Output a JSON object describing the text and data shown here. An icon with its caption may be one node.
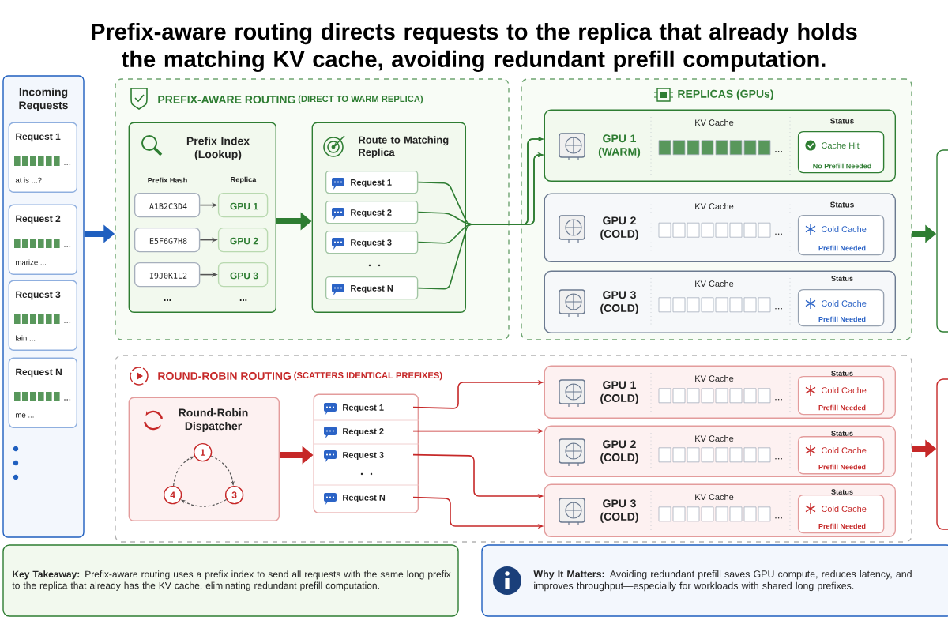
{
  "diagram": {
    "title": "Prefix-aware routing directs requests to the replica that already holds the matching KV cache, avoiding redundant prefill computation.",
    "nodes": [
      {
        "text": [
          "Incoming Requests"
        ]
      },
      {
        "text": [
          "Request 1",
          "at is ...?"
        ],
        "in": 0
      },
      {
        "text": [
          "Request 2",
          "marize ..."
        ],
        "in": 0
      },
      {
        "text": [
          "Request 3",
          "lain ..."
        ],
        "in": 0
      },
      {
        "text": [
          "Request N",
          "me ..."
        ],
        "in": 0
      },
      {
        "text": [
          "PREFIX-AWARE ROUTING",
          "(DIRECT TO WARM REPLICA)"
        ]
      },
      {
        "text": [
          "Prefix Index (Lookup)",
          "Prefix Hash",
          "Replica"
        ],
        "in": 5
      },
      {
        "text": [
          "A1B2C3D4"
        ],
        "in": 6
      },
      {
        "text": [
          "E5F6G7H8"
        ],
        "in": 6
      },
      {
        "text": [
          "I9J0K1L2"
        ],
        "in": 6
      },
      {
        "text": [
          "GPU 1"
        ],
        "in": 6
      },
      {
        "text": [
          "GPU 2"
        ],
        "in": 6
      },
      {
        "text": [
          "GPU 3"
        ],
        "in": 6
      },
      {
        "text": [
          "Route to Matching Replica"
        ],
        "in": 5
      },
      {
        "text": [
          "Request 1"
        ],
        "in": 13
      },
      {
        "text": [
          "Request 2"
        ],
        "in": 13
      },
      {
        "text": [
          "Request 3"
        ],
        "in": 13
      },
      {
        "text": [
          "Request N"
        ],
        "in": 13
      },
      {
        "text": [
          "REPLICAS (GPUs)"
        ]
      },
      {
        "text": [
          "GPU 1 (WARM)",
          "KV Cache",
          "Status"
        ],
        "in": 18
      },
      {
        "text": [
          "Cache Hit",
          "No Prefill Needed"
        ],
        "in": 19
      },
      {
        "text": [
          "GPU 2 (COLD)",
          "KV Cache",
          "Status"
        ],
        "in": 18
      },
      {
        "text": [
          "Cold Cache",
          "Prefill Needed"
        ],
        "in": 21
      },
      {
        "text": [
          "GPU 3 (COLD)",
          "KV Cache",
          "Status"
        ],
        "in": 18
      },
      {
        "text": [
          "Cold Cache",
          "Prefill Needed"
        ],
        "in": 23
      },
      {
        "text": [],
        "shape": "box"
      },
      {
        "text": [
          "ROUND-ROBIN ROUTING",
          "(SCATTERS IDENTICAL PREFIXES)"
        ]
      },
      {
        "text": [
          "Round-Robin Dispatcher"
        ],
        "in": 26
      },
      {
        "text": [
          "1"
        ],
        "in": 27
      },
      {
        "text": [
          "3"
        ],
        "in": 27
      },
      {
        "text": [
          "4"
        ],
        "in": 27
      },
      {
        "text": [],
        "shape": "box",
        "in": 26
      },
      {
        "text": [
          "Request 1"
        ],
        "in": 31
      },
      {
        "text": [
          "Request 2"
        ],
        "in": 31
      },
      {
        "text": [
          "Request 3"
        ],
        "in": 31
      },
      {
        "text": [
          "Request N"
        ],
        "in": 31
      },
      {
        "text": [
          "GPU 1 (COLD)",
          "KV Cache",
          "Status"
        ],
        "in": 26
      },
      {
        "text": [
          "Cold Cache",
          "Prefill Needed"
        ],
        "in": 36
      },
      {
        "text": [
          "GPU 2 (COLD)",
          "KV Cache",
          "Status"
        ],
        "in": 26
      },
      {
        "text": [
          "Cold Cache",
          "Prefill Needed"
        ],
        "in": 38
      },
      {
        "text": [
          "GPU 3 (COLD)",
          "KV Cache",
          "Status"
        ],
        "in": 26
      },
      {
        "text": [
          "Cold Cache",
          "Prefill Needed"
        ],
        "in": 40
      },
      {
        "text": [],
        "shape": "box"
      },
      {
        "text": [
          "**Key Takeaway:** Prefix-aware routing uses a prefix index to send all requests with the same long prefix to the replica that already has the KV cache, eliminating redundant prefill computation."
        ]
      },
      {
        "text": [
          "**Why It Matters:** Avoiding redundant prefill saves GPU compute, reduces latency, and improves throughput—especially for workloads with shared long prefixes."
        ]
      }
    ],
    "edges": [
      {
        "from": 0,
        "to": 5,
        "arrow": "to",
        "style": "thick",
        "color": "#1f5fbf"
      },
      {
        "from": 6,
        "to": 13,
        "arrow": "to",
        "style": "thick"
      },
      {
        "from": 7,
        "to": 10,
        "arrow": "to",
        "color": "#555555"
      },
      {
        "from": 8,
        "to": 11,
        "arrow": "to",
        "color": "#555555"
      },
      {
        "from": 9,
        "to": 12,
        "arrow": "to",
        "color": "#555555"
      },
      {
        "from": 14,
        "to": 19,
        "arrow": "to"
      },
      {
        "from": 15,
        "to": 19,
        "arrow": "to"
      },
      {
        "from": 16,
        "to": 19,
        "arrow": "to"
      },
      {
        "from": 17,
        "to": 19,
        "arrow": "to"
      },
      {
        "from": 18,
        "to": 25,
        "arrow": "to",
        "style": "thick"
      },
      {
        "from": 27,
        "to": 31,
        "arrow": "to",
        "style": "thick",
        "color": "#c62828"
      },
      {
        "from": 32,
        "to": 36,
        "arrow": "to",
        "color": "#c62828"
      },
      {
        "from": 33,
        "to": 38,
        "arrow": "to",
        "color": "#c62828"
      },
      {
        "from": 34,
        "to": 40,
        "arrow": "to",
        "color": "#c62828"
      },
      {
        "from": 35,
        "to": 40,
        "arrow": "to",
        "color": "#c62828"
      },
      {
        "from": 26,
        "to": 42,
        "arrow": "to",
        "style": "thick",
        "color": "#c62828"
      },
      {
        "from": 28,
        "to": 29,
        "arrow": "to",
        "style": "dashed",
        "color": "#555555"
      },
      {
        "from": 29,
        "to": 30,
        "arrow": "to",
        "style": "dashed",
        "color": "#555555"
      },
      {
        "from": 30,
        "to": 28,
        "arrow": "to",
        "style": "dashed",
        "color": "#555555"
      }
    ],
    "labels": [
      "...",
      "..."
    ]
  }
}
